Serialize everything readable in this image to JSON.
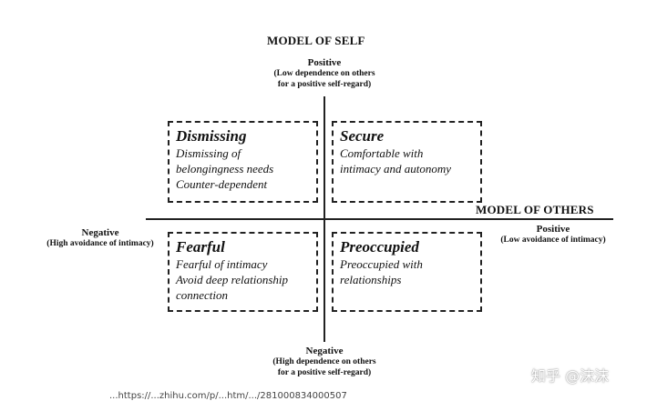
{
  "model_of_self": {
    "title": "MODEL OF SELF",
    "positive": {
      "label": "Positive",
      "desc_line1": "(Low dependence on others",
      "desc_line2": "for a positive self-regard)"
    },
    "negative": {
      "label": "Negative",
      "desc_line1": "(High dependence on others",
      "desc_line2": "for a positive self-regard)"
    }
  },
  "model_of_others": {
    "title": "MODEL OF OTHERS",
    "negative": {
      "label": "Negative",
      "desc": "(High avoidance of intimacy)"
    },
    "positive": {
      "label": "Positive",
      "desc": "(Low avoidance of intimacy)"
    }
  },
  "quadrants": {
    "dismissing": {
      "title": "Dismissing",
      "lines": [
        "Dismissing of",
        "belongingness needs",
        "Counter-dependent"
      ]
    },
    "secure": {
      "title": "Secure",
      "lines": [
        "Comfortable with",
        "intimacy and autonomy"
      ]
    },
    "fearful": {
      "title": "Fearful",
      "lines": [
        "Fearful of intimacy",
        "Avoid deep relationship",
        "connection"
      ]
    },
    "preoccupied": {
      "title": "Preoccupied",
      "lines": [
        "Preoccupied with",
        "relationships"
      ]
    }
  },
  "watermark": "知乎 @沫沫",
  "url_fragment": "...https://...zhihu.com/p/...htm/.../281000834000507"
}
